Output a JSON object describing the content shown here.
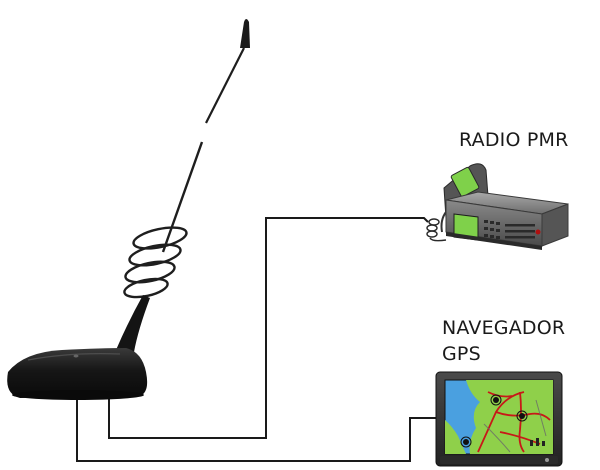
{
  "labels": {
    "radio": "RADIO PMR",
    "gps_line1": "NAVEGADOR",
    "gps_line2": "GPS"
  },
  "colors": {
    "antenna_body": "#151515",
    "cable": "#1a1a1a",
    "radio_screen": "#7fd14a",
    "gps_water": "#4aa0e0",
    "gps_land": "#8fd04a",
    "gps_roads": "#c81818"
  },
  "icons": [
    "magnetic-antenna-icon",
    "pmr-radio-icon",
    "gps-navigator-icon"
  ]
}
